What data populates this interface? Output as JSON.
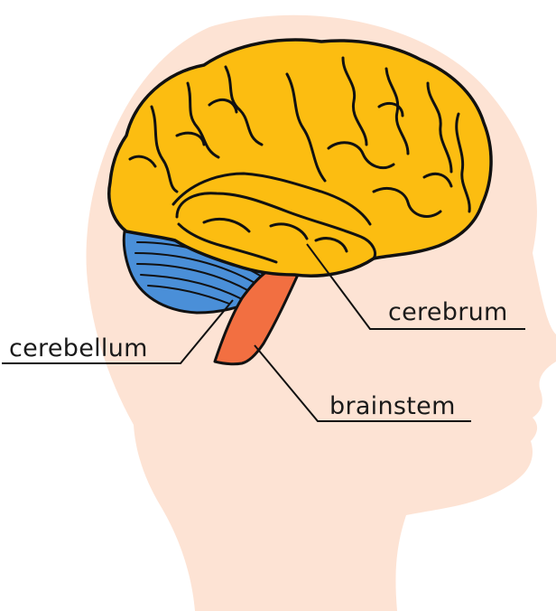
{
  "labels": {
    "cerebrum": "cerebrum",
    "cerebellum": "cerebellum",
    "brainstem": "brainstem"
  },
  "colors": {
    "head": "#fde3d4",
    "cerebrum": "#fcbd11",
    "cerebellum": "#4a8fd8",
    "brainstem": "#f26f41",
    "outline": "#111111"
  }
}
